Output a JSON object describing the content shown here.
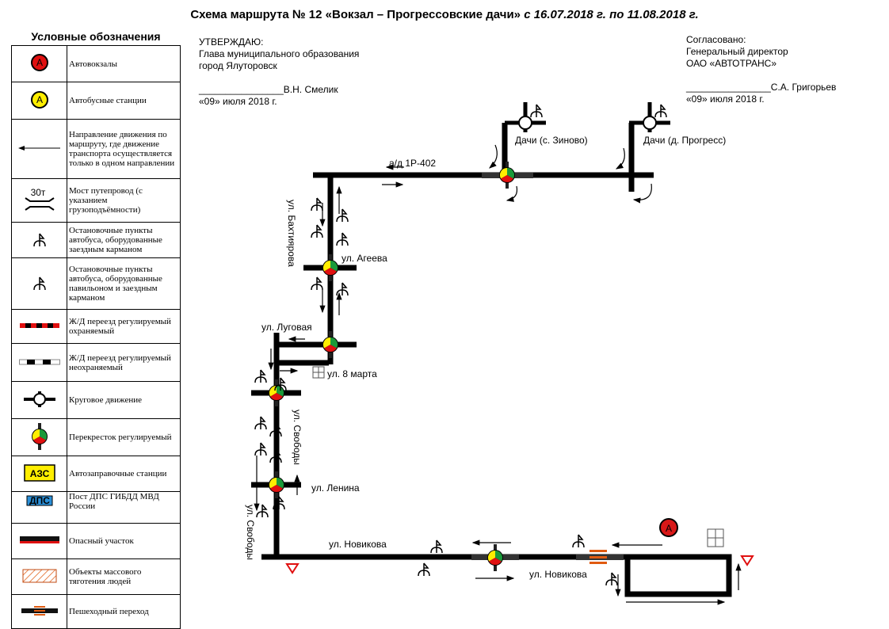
{
  "title": {
    "main": "Схема маршрута  № 12 «Вокзал – Прогрессовские  дачи»",
    "period": "с 16.07.2018  г. по 11.08.2018  г."
  },
  "legend": {
    "heading": "Условные обозначения",
    "items": [
      {
        "icon": "bus-terminal-icon",
        "label": "Автовокзалы",
        "symbol": "А"
      },
      {
        "icon": "bus-station-icon",
        "label": "Автобусные станции",
        "symbol": "А"
      },
      {
        "icon": "one-way-arrow-icon",
        "label": "Направление движения по маршруту, где движение транспорта осуществляется только в одном направлении"
      },
      {
        "icon": "bridge-icon",
        "label": "Мост путепровод (с указанием грузоподъёмности)",
        "symbol": "30т"
      },
      {
        "icon": "bus-stop-pocket-icon",
        "label": "Остановочные пункты автобуса, оборудованные заездным карманом"
      },
      {
        "icon": "bus-stop-pavilion-icon",
        "label": "Остановочные пункты автобуса, оборудованные павильоном и заездным карманом"
      },
      {
        "icon": "guarded-rail-crossing-icon",
        "label": "Ж/Д переезд регулируемый охраняемый"
      },
      {
        "icon": "unguarded-rail-crossing-icon",
        "label": "Ж/Д переезд регулируемый неохраняемый"
      },
      {
        "icon": "roundabout-icon",
        "label": "Круговое движение"
      },
      {
        "icon": "traffic-light-intersection-icon",
        "label": "Перекресток регулируемый"
      },
      {
        "icon": "gas-station-icon",
        "label": "Автозаправочные станции",
        "symbol": "АЗС"
      },
      {
        "icon": "police-post-icon",
        "label": "Пост ДПС ГИБДД МВД России",
        "symbol": "ДПС"
      },
      {
        "icon": "dangerous-section-icon",
        "label": "Опасный  участок"
      },
      {
        "icon": "mass-gathering-icon",
        "label": "Объекты массового тяготения людей"
      },
      {
        "icon": "pedestrian-crossing-icon",
        "label": "Пешеходный  переход"
      }
    ]
  },
  "approved": {
    "line1": "УТВЕРЖДАЮ:",
    "line2": "Глава муниципального  образования",
    "line3": "город Ялуторовск",
    "signature": "________________В.Н.  Смелик",
    "date": "«09» июля 2018 г."
  },
  "agreed": {
    "line1": "Согласовано:",
    "line2": "Генеральный  директор",
    "line3": "ОАО «АВТОТРАНС»",
    "signature": "________________С.А.  Григорьев",
    "date": "«09» июля 2018 г."
  },
  "map": {
    "road_ad": "а/д 1Р-402",
    "dachi_zinovo": "Дачи (с. Зиново)",
    "dachi_progress": "Дачи (д. Прогресс)",
    "bakhtiyarova": "ул. Бахтиярова",
    "ageeva": "ул. Агеева",
    "lugovaya": "ул. Луговая",
    "marta8": "ул. 8 марта",
    "svobody1": "ул. Свободы",
    "lenina": "ул. Ленина",
    "svobody2": "ул. Свободы",
    "novikova1": "ул. Новикова",
    "novikova2": "ул. Новикова",
    "terminal": "А"
  },
  "colors": {
    "red": "#e01010",
    "yellow": "#ffee00",
    "green": "#1a9a3a",
    "orange": "#e05a10"
  }
}
